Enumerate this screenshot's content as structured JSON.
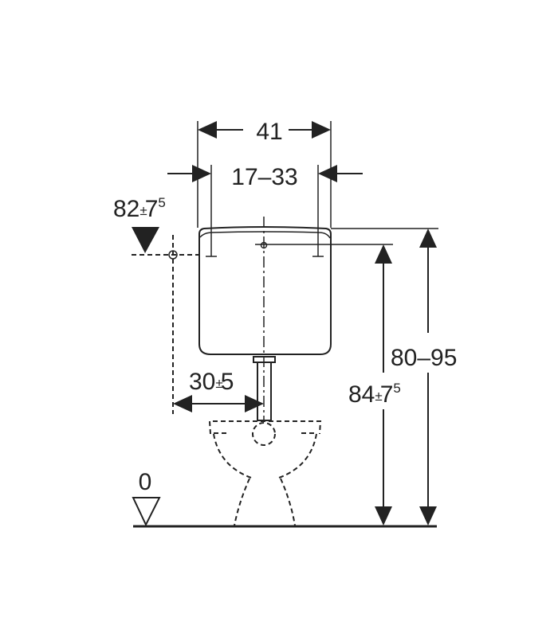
{
  "diagram": {
    "width_overall": "41",
    "width_connections": "17–33",
    "inlet_height": {
      "base": "82",
      "tol": "±",
      "frac": "7",
      "sup": "5"
    },
    "outlet_offset": {
      "base": "30",
      "tol": "±",
      "val": "5"
    },
    "flush_height": {
      "base": "84",
      "tol": "±",
      "frac": "7",
      "sup": "5"
    },
    "total_height": "80–95",
    "floor_level": "0"
  }
}
